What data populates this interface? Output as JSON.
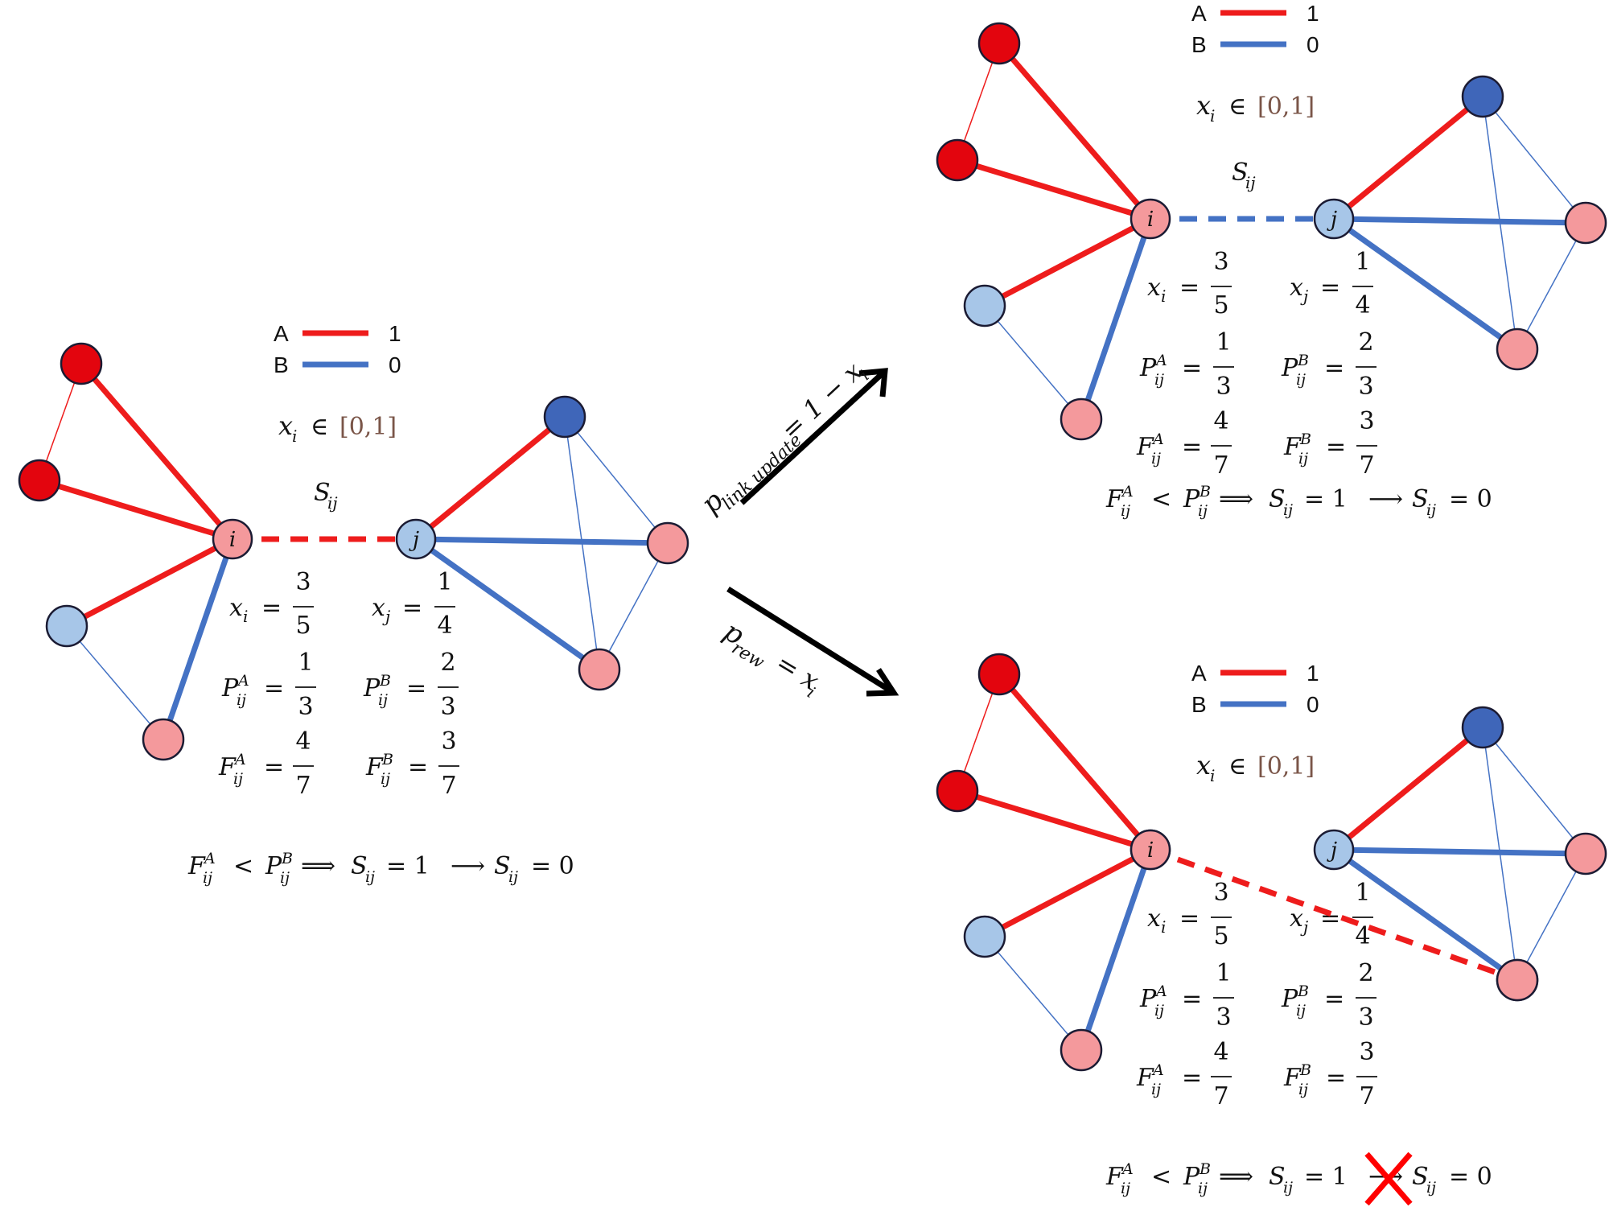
{
  "colors": {
    "link_a": "#ee1c1c",
    "link_b": "#4472c4",
    "node_red": "#e3050e",
    "node_pink": "#f4999c",
    "node_lightblue": "#a7c6e8",
    "node_blue": "#3f66b9",
    "node_stroke": "#1b1b33",
    "arrow": "#000000",
    "cross": "#ff0000"
  },
  "legend": {
    "a_label": "A",
    "a_value": "1",
    "b_label": "B",
    "b_value": "0"
  },
  "common": {
    "xi_range": "x",
    "xi_sub": "i",
    "in_sym": "∈",
    "range_text": "[0,1]",
    "sij": "S",
    "sij_sub": "ij",
    "node_i": "i",
    "node_j": "j"
  },
  "stats": {
    "xi_lhs": "x",
    "xi_sub": "i",
    "xi_num": "3",
    "xi_den": "5",
    "xj_lhs": "x",
    "xj_sub": "j",
    "xj_num": "1",
    "xj_den": "4",
    "pa_num": "1",
    "pa_den": "3",
    "pb_num": "2",
    "pb_den": "3",
    "fa_num": "4",
    "fa_den": "7",
    "fb_num": "3",
    "fb_den": "7",
    "p_sym": "P",
    "f_sym": "F",
    "sup_a": "A",
    "sup_b": "B",
    "sub_ij": "ij",
    "eq": "="
  },
  "rule": {
    "lhs_f": "F",
    "lt": "<",
    "rhs_p": "P",
    "implies": "⟹",
    "s": "S",
    "eq1": "= 1",
    "arrow": "⟶",
    "eq0": "= 0"
  },
  "arrows": {
    "upper_p": "p",
    "upper_sub": "link update",
    "upper_rhs": "= 1 − x",
    "upper_rhs_sub": "i",
    "lower_p": "p",
    "lower_sub": "rew",
    "lower_rhs": "= x",
    "lower_rhs_sub": "i"
  }
}
